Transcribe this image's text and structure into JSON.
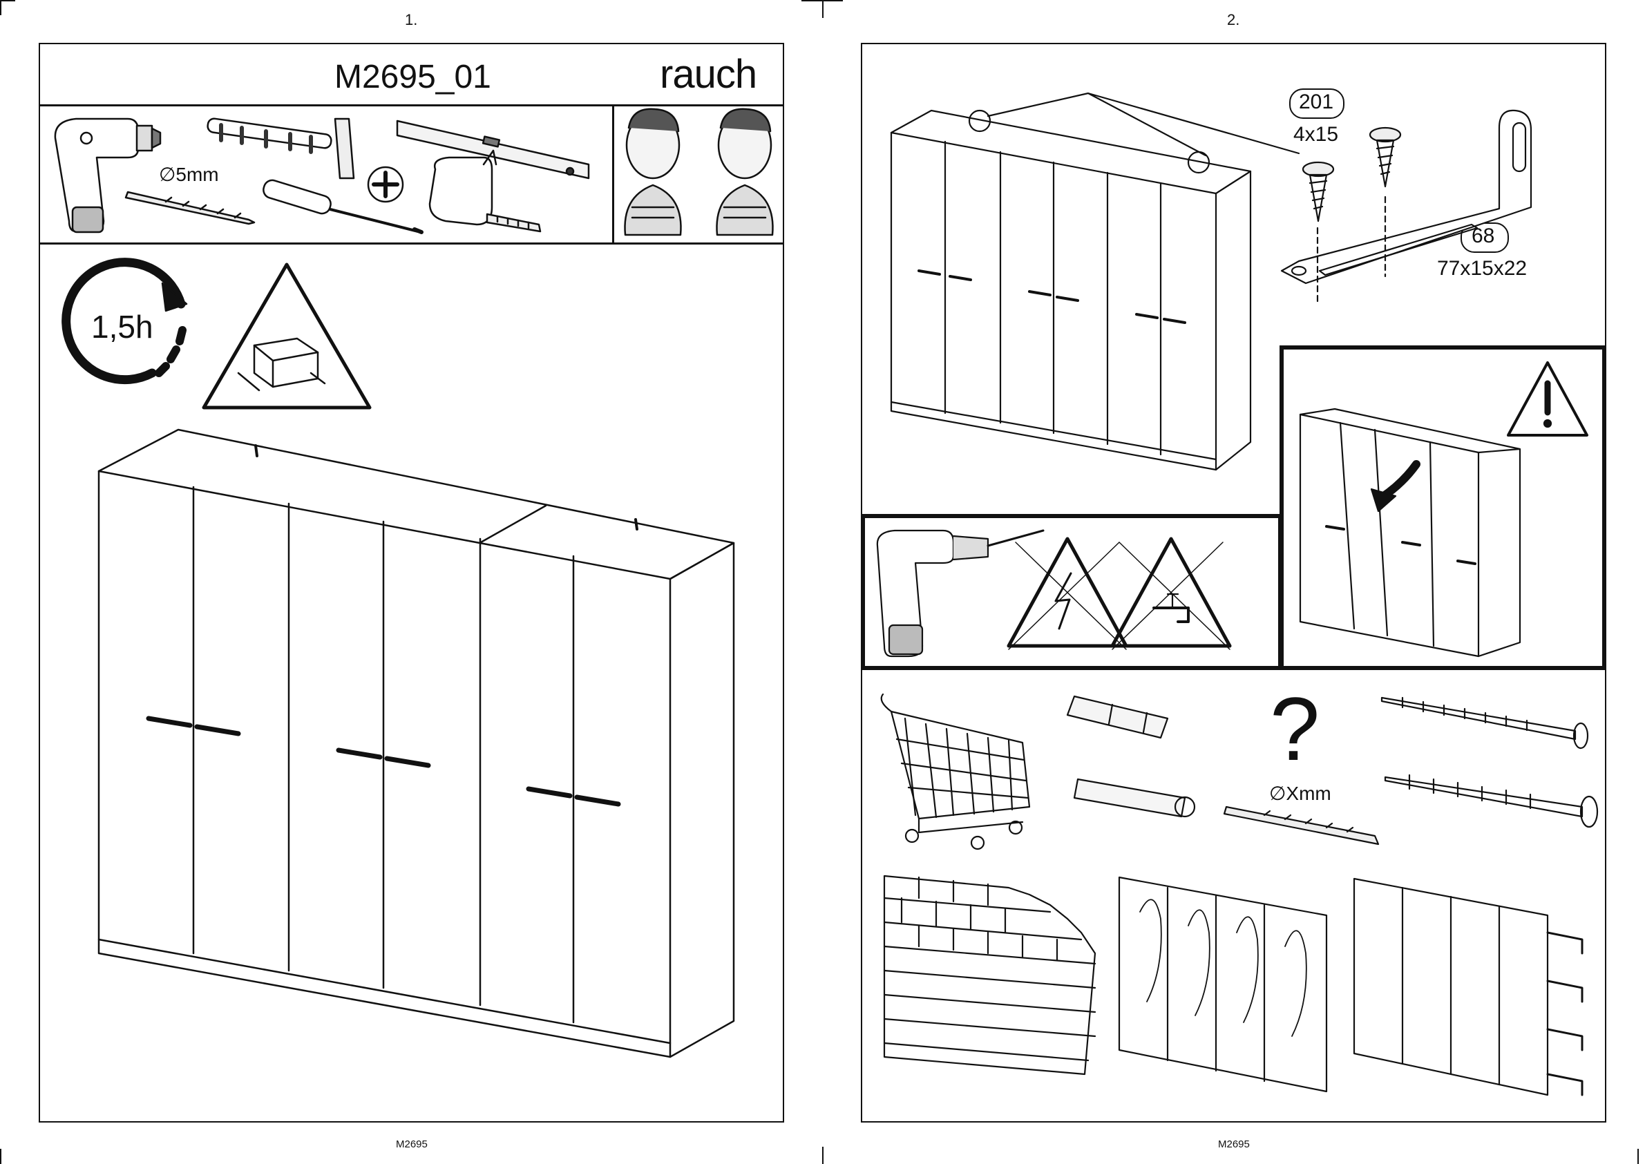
{
  "page_left": {
    "number": "1.",
    "title": "M2695_01",
    "brand": "rauch",
    "drill_bit_label": "∅5mm",
    "time_label": "1,5h",
    "footer": "M2695"
  },
  "page_right": {
    "number": "2.",
    "parts": [
      {
        "id": "201",
        "size": "4x15"
      },
      {
        "id": "68",
        "size": "77x15x22"
      }
    ],
    "drill_bit_label": "∅Xmm",
    "question_mark": "?",
    "footer": "M2695"
  },
  "icons": [
    "drill-icon",
    "hammer-icon",
    "spirit-level-icon",
    "screwdriver-icon",
    "phillips-icon",
    "tape-measure-icon",
    "worker-icon",
    "clock-icon",
    "warning-triangle-icon",
    "electric-hazard-icon",
    "water-hazard-icon",
    "shopping-cart-icon",
    "wall-plug-icon",
    "screw-icon",
    "brick-wall-icon",
    "wood-wall-icon",
    "drywall-icon"
  ]
}
